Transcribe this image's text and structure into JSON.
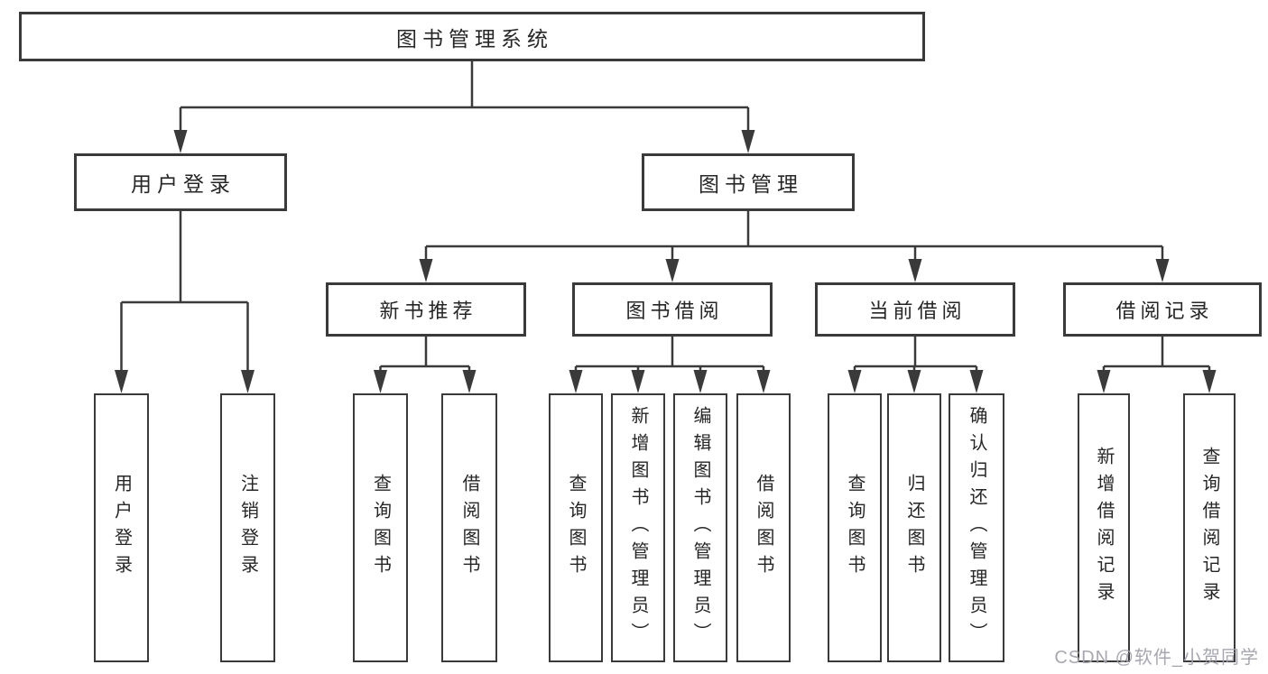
{
  "diagram": {
    "root": {
      "label": "图书管理系统"
    },
    "level2": [
      {
        "label": "用户登录"
      },
      {
        "label": "图书管理"
      }
    ],
    "level3": [
      {
        "label": "新书推荐",
        "parent": "图书管理"
      },
      {
        "label": "图书借阅",
        "parent": "图书管理"
      },
      {
        "label": "当前借阅",
        "parent": "图书管理"
      },
      {
        "label": "借阅记录",
        "parent": "图书管理"
      }
    ],
    "leaves": [
      {
        "label": "用户登录",
        "parent": "用户登录"
      },
      {
        "label": "注销登录",
        "parent": "用户登录"
      },
      {
        "label": "查询图书",
        "parent": "新书推荐"
      },
      {
        "label": "借阅图书",
        "parent": "新书推荐"
      },
      {
        "label": "查询图书",
        "parent": "图书借阅"
      },
      {
        "label": "新增图书（管理员）",
        "parent": "图书借阅"
      },
      {
        "label": "编辑图书（管理员）",
        "parent": "图书借阅"
      },
      {
        "label": "借阅图书",
        "parent": "图书借阅"
      },
      {
        "label": "查询图书",
        "parent": "当前借阅"
      },
      {
        "label": "归还图书",
        "parent": "当前借阅"
      },
      {
        "label": "确认归还（管理员）",
        "parent": "当前借阅"
      },
      {
        "label": "新增借阅记录",
        "parent": "借阅记录"
      },
      {
        "label": "查询借阅记录",
        "parent": "借阅记录"
      }
    ],
    "watermark": {
      "text": "CSDN @软件_小贺同学"
    },
    "colors": {
      "line": "#3a3a3a",
      "box_border": "#3a3a3a",
      "box_background": "#ffffff",
      "text": "#262626",
      "watermark": "#a3a3ad",
      "background": "#ffffff"
    }
  }
}
